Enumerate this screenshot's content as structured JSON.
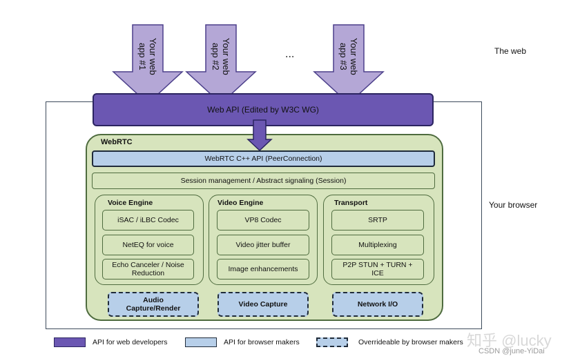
{
  "apps": [
    {
      "line1": "Your web",
      "line2": "app #1"
    },
    {
      "line1": "Your web",
      "line2": "app #2"
    },
    {
      "line1": "Your web",
      "line2": "app #3"
    }
  ],
  "ellipsis": "...",
  "labels": {
    "the_web": "The web",
    "your_browser": "Your browser"
  },
  "web_api": "Web API (Edited by W3C WG)",
  "webrtc": {
    "title": "WebRTC",
    "cpp_api": "WebRTC C++ API (PeerConnection)",
    "session": "Session management / Abstract signaling (Session)",
    "engines": [
      {
        "title": "Voice Engine",
        "components": [
          "iSAC / iLBC Codec",
          "NetEQ for voice",
          "Echo Canceler / Noise Reduction"
        ],
        "capture": "Audio Capture/Render"
      },
      {
        "title": "Video Engine",
        "components": [
          "VP8 Codec",
          "Video jitter buffer",
          "Image enhancements"
        ],
        "capture": "Video Capture"
      },
      {
        "title": "Transport",
        "components": [
          "SRTP",
          "Multiplexing",
          "P2P STUN + TURN + ICE"
        ],
        "capture": "Network I/O"
      }
    ]
  },
  "legend": [
    {
      "label": "API for web developers",
      "color": "#6b57b2",
      "style": "solid"
    },
    {
      "label": "API for browser makers",
      "color": "#b7cfe9",
      "style": "solid"
    },
    {
      "label": "Overrideable by browser makers",
      "color": "#b7cfe9",
      "style": "dashed"
    }
  ],
  "watermark": "知乎 @lucky",
  "credit": "CSDN @june-YiDai",
  "colors": {
    "arrow_fill": "#b4a7d6",
    "arrow_stroke": "#4b3f8a",
    "web_api": "#6b57b2",
    "browser_api": "#b7cfe9",
    "webrtc_bg": "#d7e4bd"
  }
}
